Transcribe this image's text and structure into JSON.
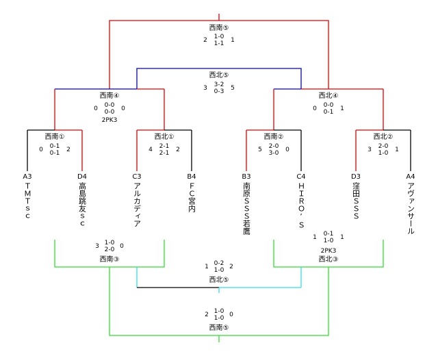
{
  "matches": {
    "w5": {
      "label": "西南⑤",
      "left": "2",
      "right": "1",
      "s1": "1-0",
      "s2": "1-1",
      "pk": ""
    },
    "n5": {
      "label": "西北⑤",
      "left": "3",
      "right": "5",
      "s1": "3-2",
      "s2": "0-3",
      "pk": ""
    },
    "w4": {
      "label": "西南④",
      "left": "0",
      "right": "0",
      "s1": "0-0",
      "s2": "0-0",
      "pk": "2PK3"
    },
    "n4": {
      "label": "西北④",
      "left": "0",
      "right": "1",
      "s1": "0-0",
      "s2": "0-1",
      "pk": ""
    },
    "w1": {
      "label": "西南①",
      "left": "0",
      "right": "2",
      "s1": "0-1",
      "s2": "0-1",
      "pk": ""
    },
    "n1": {
      "label": "西北①",
      "left": "4",
      "right": "2",
      "s1": "2-1",
      "s2": "2-1",
      "pk": ""
    },
    "w2": {
      "label": "西南②",
      "left": "5",
      "right": "0",
      "s1": "2-0",
      "s2": "3-0",
      "pk": ""
    },
    "n2": {
      "label": "西北②",
      "left": "3",
      "right": "1",
      "s1": "2-0",
      "s2": "1-0",
      "pk": ""
    },
    "w3": {
      "label": "西南③",
      "left": "3",
      "right": "0",
      "s1": "1-0",
      "s2": "2-0",
      "pk": ""
    },
    "n3": {
      "label": "西北③",
      "left": "1",
      "right": "1",
      "s1": "0-1",
      "s2": "1-0",
      "pk": "2PK3"
    },
    "n5b": {
      "label": "西北⑤",
      "left": "1",
      "right": "2",
      "s1": "0-2",
      "s2": "1-0",
      "pk": ""
    },
    "w5b": {
      "label": "西南⑤",
      "left": "2",
      "right": "0",
      "s1": "1-0",
      "s2": "1-0",
      "pk": ""
    }
  },
  "teams": [
    {
      "seed": "A3",
      "name": "ＴＭＴｓｃ"
    },
    {
      "seed": "D4",
      "name": "高島跳友ｓｃ"
    },
    {
      "seed": "C3",
      "name": "アルカディア"
    },
    {
      "seed": "B4",
      "name": "ＦＣ宮内"
    },
    {
      "seed": "B3",
      "name": "南原ＳＳＳ若鷹"
    },
    {
      "seed": "C4",
      "name": "ＨＩＲＯ’Ｓ"
    },
    {
      "seed": "D3",
      "name": "窪田ＳＳＳ"
    },
    {
      "seed": "A4",
      "name": "アヴァンサール"
    }
  ],
  "colors": {
    "red": "#e00000",
    "blue": "#0000cc",
    "black": "#000000",
    "green": "#33dd33",
    "cyan": "#33ddee"
  }
}
